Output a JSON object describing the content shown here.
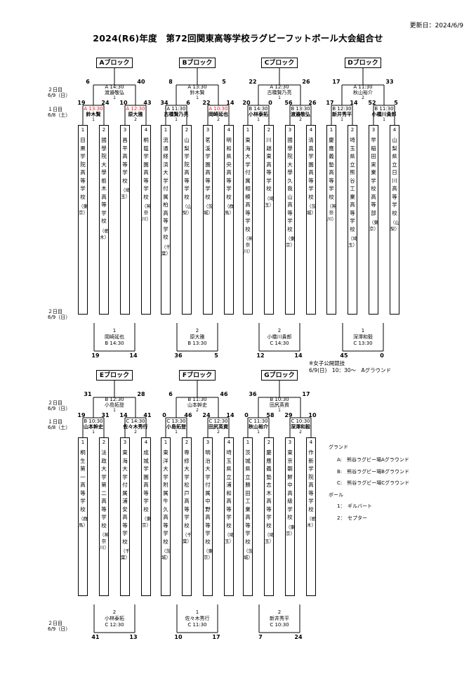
{
  "header": {
    "updated": "更新日：2024/6/9",
    "title": "2024(R6)年度　第72回関東高等学校ラグビーフットボール大会組合せ"
  },
  "row_labels": {
    "day2": "２日目",
    "day2_date": "6/9（日）",
    "day1": "１日目",
    "day1_date": "6/8（土）"
  },
  "blocks_top": [
    {
      "name": "Aブロック",
      "final": {
        "ground": "A 14:30",
        "ref": "渡邉敬弘",
        "ball": "1",
        "left": "6",
        "right": "40"
      },
      "semi1": {
        "ground": "A 13:30",
        "ref": "鈴木賢",
        "ball": "1",
        "left": "19",
        "right": "24"
      },
      "semi2": {
        "ground": "A 12:30",
        "ref": "原大雅",
        "ball": "2",
        "left": "10",
        "right": "43"
      },
      "teams": [
        {
          "num": "1",
          "name": "目黒学院高等学校",
          "pref": "（東京）"
        },
        {
          "num": "2",
          "name": "國學院大學栃木高等学校",
          "pref": "（栃木）"
        },
        {
          "num": "3",
          "name": "昌平高等学校",
          "pref": "（埼玉）"
        },
        {
          "num": "4",
          "name": "桐蔭学園高等学校",
          "pref": "（神奈川）"
        }
      ],
      "cons": {
        "ball": "1",
        "ref": "岡崎延也",
        "ground": "B 14:30",
        "left": "19",
        "right": "14"
      }
    },
    {
      "name": "Bブロック",
      "final": {
        "ground": "A 13:30",
        "ref": "鈴木賢",
        "ball": "1",
        "left": "8",
        "right": "5"
      },
      "semi1": {
        "ground": "A 11:30",
        "ref": "古橋賢乃亮",
        "ball": "1",
        "left": "34",
        "right": "6"
      },
      "semi2": {
        "ground": "A 10:30",
        "ref": "岡崎延也",
        "ball": "2",
        "left": "22",
        "right": "14"
      },
      "teams": [
        {
          "num": "1",
          "name": "流通経済大学付属柏高等学校",
          "pref": "（千葉）"
        },
        {
          "num": "2",
          "name": "山梨学院高等学校",
          "pref": "（山梨）"
        },
        {
          "num": "3",
          "name": "茗溪学園高等学校",
          "pref": "（茨城）"
        },
        {
          "num": "4",
          "name": "明和県央高等学校",
          "pref": "（群馬）"
        }
      ],
      "cons": {
        "ball": "2",
        "ref": "原大雅",
        "ground": "B 13:30",
        "left": "36",
        "right": "5"
      }
    },
    {
      "name": "Cブロック",
      "final": {
        "ground": "A 12:30",
        "ref": "古橋賢乃亮",
        "ball": "1",
        "left": "22",
        "right": "26"
      },
      "semi1": {
        "ground": "B 14:30",
        "ref": "小林泰拓",
        "ball": "1",
        "left": "20",
        "right": "0"
      },
      "semi2": {
        "ground": "B 13:30",
        "ref": "渡邉敬弘",
        "ball": "2",
        "left": "56",
        "right": "26"
      },
      "teams": [
        {
          "num": "1",
          "name": "東海大学付属相模高等学校",
          "pref": "（神奈川）"
        },
        {
          "num": "2",
          "name": "川越東高等学校",
          "pref": "（埼玉）"
        },
        {
          "num": "3",
          "name": "國學院大學久我山高等学校",
          "pref": "（東京）"
        },
        {
          "num": "4",
          "name": "清真学園高等学校",
          "pref": "（茨城）"
        }
      ],
      "cons": {
        "ball": "2",
        "ref": "小橋川貴郎",
        "ground": "C 14:30",
        "left": "12",
        "right": "14"
      }
    },
    {
      "name": "Dブロック",
      "final": {
        "ground": "A 11:30",
        "ref": "秋山裕介",
        "ball": "2",
        "left": "17",
        "right": "33"
      },
      "semi1": {
        "ground": "B 12:30",
        "ref": "新井秀平",
        "ball": "1",
        "left": "17",
        "right": "14"
      },
      "semi2": {
        "ground": "B 11:30",
        "ref": "小橋川貴郎",
        "ball": "1",
        "left": "52",
        "right": "5"
      },
      "teams": [
        {
          "num": "1",
          "name": "慶應義塾高等学校",
          "pref": "（神奈川）"
        },
        {
          "num": "2",
          "name": "埼玉県立熊谷工業高等学校",
          "pref": "（埼玉）"
        },
        {
          "num": "3",
          "name": "早稲田実業学校高等部",
          "pref": "（東京）"
        },
        {
          "num": "4",
          "name": "山梨県立日川高等学校",
          "pref": "（山梨）"
        }
      ],
      "cons": {
        "ball": "1",
        "ref": "深澤和毅",
        "ground": "C 13:30",
        "left": "45",
        "right": "0"
      }
    }
  ],
  "blocks_bottom": [
    {
      "name": "Eブロック",
      "final": {
        "ground": "B 12:30",
        "ref": "小島拓登",
        "ball": "1",
        "left": "31",
        "right": "28"
      },
      "semi1": {
        "ground": "B 10:30",
        "ref": "山本幹史",
        "ball": "1",
        "left": "19",
        "right": "31"
      },
      "semi2": {
        "ground": "C 14:30",
        "ref": "佐々木秀行",
        "ball": "2",
        "left": "14",
        "right": "41"
      },
      "teams": [
        {
          "num": "1",
          "name": "桐生第一高等学校",
          "pref": "（群馬）"
        },
        {
          "num": "2",
          "name": "法政大学第二高等学校",
          "pref": "（神奈川）"
        },
        {
          "num": "3",
          "name": "東海大学付属浦安高等学校",
          "pref": "（千葉）"
        },
        {
          "num": "4",
          "name": "成城学園高等学校",
          "pref": "（東京）"
        }
      ],
      "cons": {
        "ball": "2",
        "ref": "小林泰拓",
        "ground": "C 12:30",
        "left": "41",
        "right": "13"
      }
    },
    {
      "name": "Fブロック",
      "final": {
        "ground": "B 11:30",
        "ref": "山本幹史",
        "ball": "2",
        "left": "6",
        "right": "46"
      },
      "semi1": {
        "ground": "C 13:30",
        "ref": "小島拓登",
        "ball": "1",
        "left": "0",
        "right": "46"
      },
      "semi2": {
        "ground": "C 12:30",
        "ref": "田尻英資",
        "ball": "2",
        "left": "24",
        "right": "14"
      },
      "teams": [
        {
          "num": "1",
          "name": "東洋大学附属牛久高等学校",
          "pref": "（茨城）"
        },
        {
          "num": "2",
          "name": "専修大学松戸高等学校",
          "pref": "（千葉）"
        },
        {
          "num": "3",
          "name": "明治大学付属中野高等学校",
          "pref": "（東京）"
        },
        {
          "num": "4",
          "name": "埼玉県立浦和高等学校",
          "pref": "（埼玉）"
        }
      ],
      "cons": {
        "ball": "1",
        "ref": "佐々木秀行",
        "ground": "C 11:30",
        "left": "10",
        "right": "17"
      }
    },
    {
      "name": "Gブロック",
      "final": {
        "ground": "B 10:30",
        "ref": "田尻英資",
        "ball": "1",
        "left": "36",
        "right": "17"
      },
      "semi1": {
        "ground": "C 11:30",
        "ref": "秋山裕介",
        "ball": "1",
        "left": "0",
        "right": "58"
      },
      "semi2": {
        "ground": "C 10:30",
        "ref": "深澤和毅",
        "ball": "2",
        "left": "29",
        "right": "10"
      },
      "teams": [
        {
          "num": "1",
          "name": "茨城県立勝田工業高等学校",
          "pref": "（茨城）"
        },
        {
          "num": "2",
          "name": "慶應義塾志木高等学校",
          "pref": "（埼玉）"
        },
        {
          "num": "3",
          "name": "東京朝鮮中高級学校",
          "pref": "（東京）"
        },
        {
          "num": "4",
          "name": "作新学院高等学校",
          "pref": "（栃木）"
        }
      ],
      "cons": {
        "ball": "2",
        "ref": "新井秀平",
        "ground": "C 10:30",
        "left": "7",
        "right": "24"
      }
    }
  ],
  "notes": {
    "women": "※女子公開競技",
    "women_time": "6/9(日)　10：30～　Aグラウンド"
  },
  "legend": {
    "ground_title": "グランド",
    "grounds": [
      "A:　熊谷ラグビー場Aグラウンド",
      "B:　熊谷ラグビー場Bグラウンド",
      "C:　熊谷ラグビー場Cグラウンド"
    ],
    "ball_title": "ボール",
    "balls": [
      "1：　ギルバート",
      "2：　セプター"
    ]
  }
}
